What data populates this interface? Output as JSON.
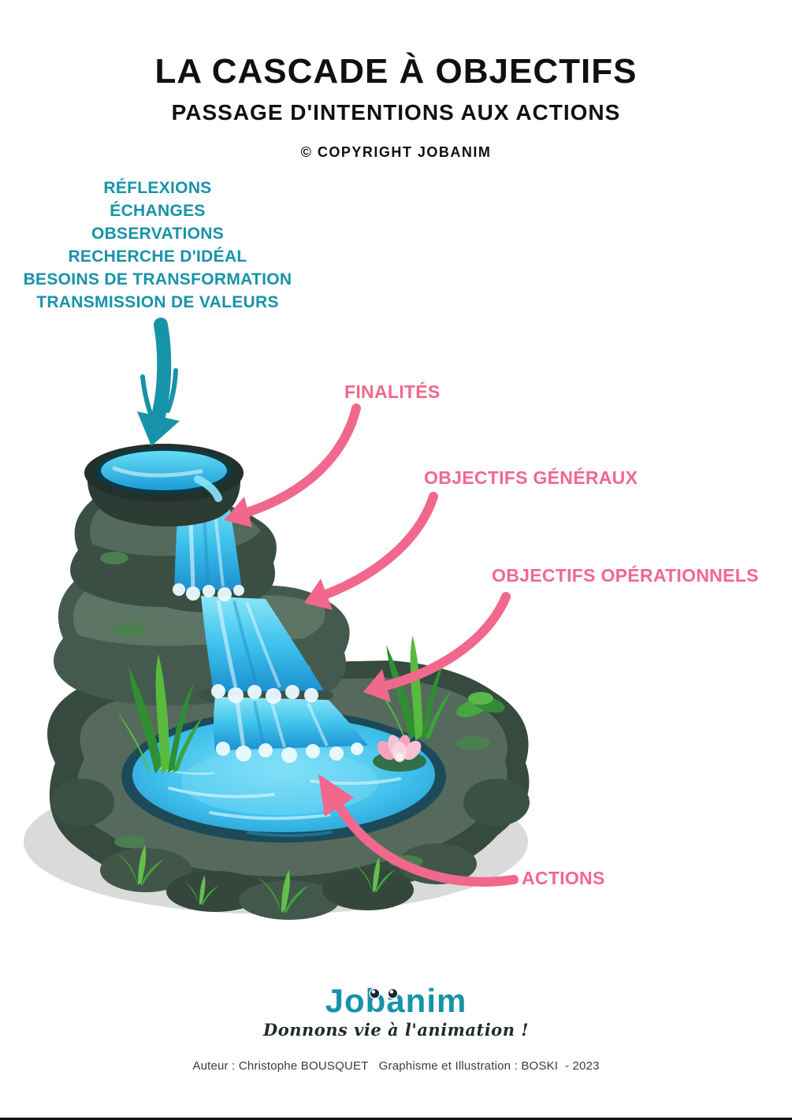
{
  "header": {
    "title": "LA CASCADE À OBJECTIFS",
    "subtitle": "PASSAGE D'INTENTIONS AUX ACTIONS",
    "copyright": "© COPYRIGHT JOBANIM"
  },
  "intentions": {
    "items": [
      "RÉFLEXIONS",
      "ÉCHANGES",
      "OBSERVATIONS",
      "RECHERCHE D'IDÉAL",
      "BESOINS DE TRANSFORMATION",
      "TRANSMISSION DE VALEURS"
    ]
  },
  "stages": {
    "finalites": "FINALITÉS",
    "objectifs_generaux": "OBJECTIFS GÉNÉRAUX",
    "objectifs_operationnels": "OBJECTIFS OPÉRATIONNELS",
    "actions": "ACTIONS"
  },
  "footer": {
    "logo_text": "Jobanim",
    "tagline": "Donnons vie à l'animation !",
    "credits": "Auteur : Christophe BOUSQUET   Graphisme et Illustration : BOSKI  - 2023"
  },
  "colors": {
    "teal": "#1793A9",
    "pink": "#F2688C",
    "ink": "#101010"
  }
}
